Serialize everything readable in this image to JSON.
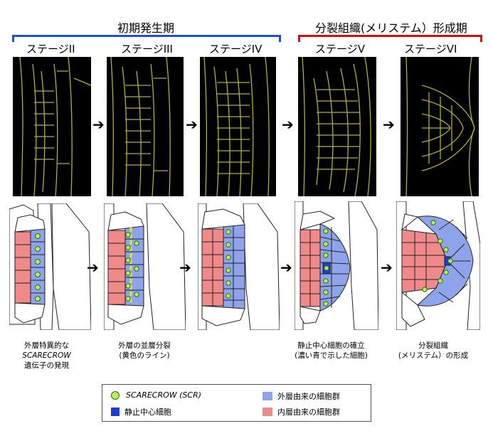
{
  "header": {
    "phase_early": "初期発生期",
    "phase_meristem": "分裂組織(メリステム）形成期",
    "early_bracket_color": "#1f4fd6",
    "meristem_bracket_color": "#d10f0f"
  },
  "stages": [
    {
      "label": "ステージII"
    },
    {
      "label": "ステージIII"
    },
    {
      "label": "ステージIV"
    },
    {
      "label": "ステージV"
    },
    {
      "label": "ステージVI"
    }
  ],
  "captions": {
    "c1": [
      "外層特異的な",
      "SCARECROW",
      "遺伝子の発現"
    ],
    "c2": [
      "外層の並層分裂",
      "(黄色のライン)"
    ],
    "c4": [
      "静止中心細胞の確立",
      "(濃い青で示した細胞)"
    ],
    "c5": [
      "分裂組織",
      "(メリステム）の形成"
    ]
  },
  "legend": {
    "scr_label": "SCARECROW (SCR)",
    "outer_label": "外層由来の細胞群",
    "qc_label": "静止中心細胞",
    "inner_label": "内層由来の細胞群"
  },
  "colors": {
    "outer": "#8fa3ea",
    "inner": "#f08a8a",
    "qc": "#1a3fd0",
    "scr": "#b6ef5a",
    "micro_line": "#c6c43a"
  },
  "icons": {
    "arrow": "right-arrow-icon"
  }
}
